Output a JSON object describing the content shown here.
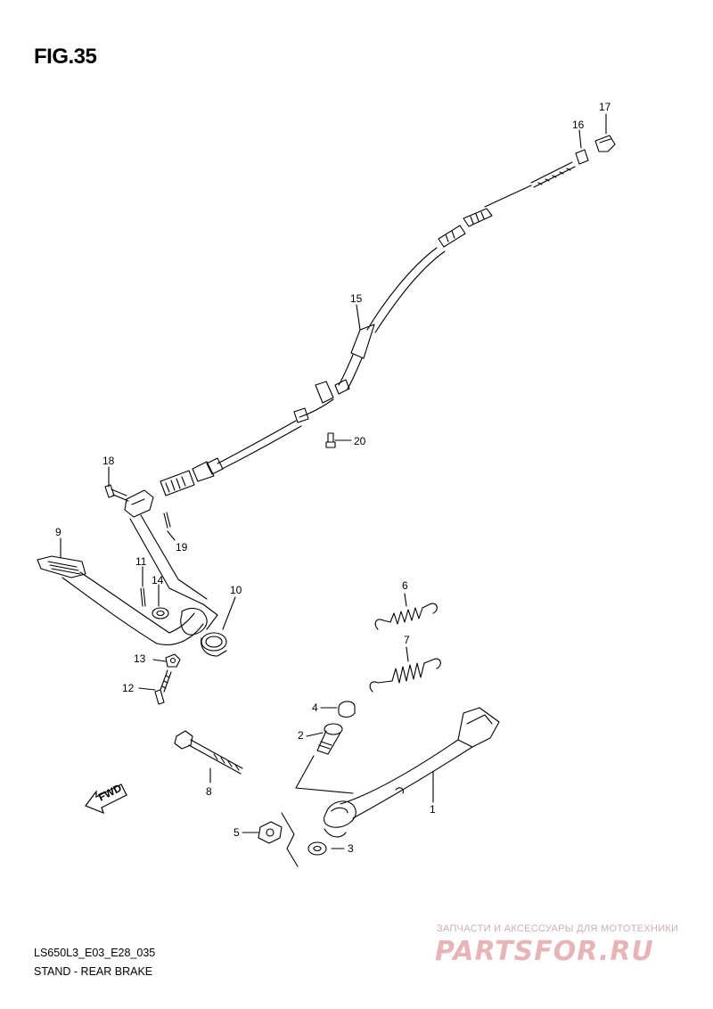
{
  "figure": {
    "title": "FIG.35",
    "code": "LS650L3_E03_E28_035",
    "caption": "STAND - REAR BRAKE"
  },
  "part_callouts": [
    "1",
    "2",
    "3",
    "4",
    "5",
    "6",
    "7",
    "8",
    "9",
    "10",
    "11",
    "12",
    "13",
    "14",
    "15",
    "16",
    "17",
    "18",
    "19",
    "20"
  ],
  "badge": {
    "fwd": "FWD"
  },
  "watermark": {
    "tagline": "ЗАПЧАСТИ И АКСЕССУАРЫ ДЛЯ МОТОТЕХНИКИ",
    "logo": "PARTSFOR.RU"
  }
}
